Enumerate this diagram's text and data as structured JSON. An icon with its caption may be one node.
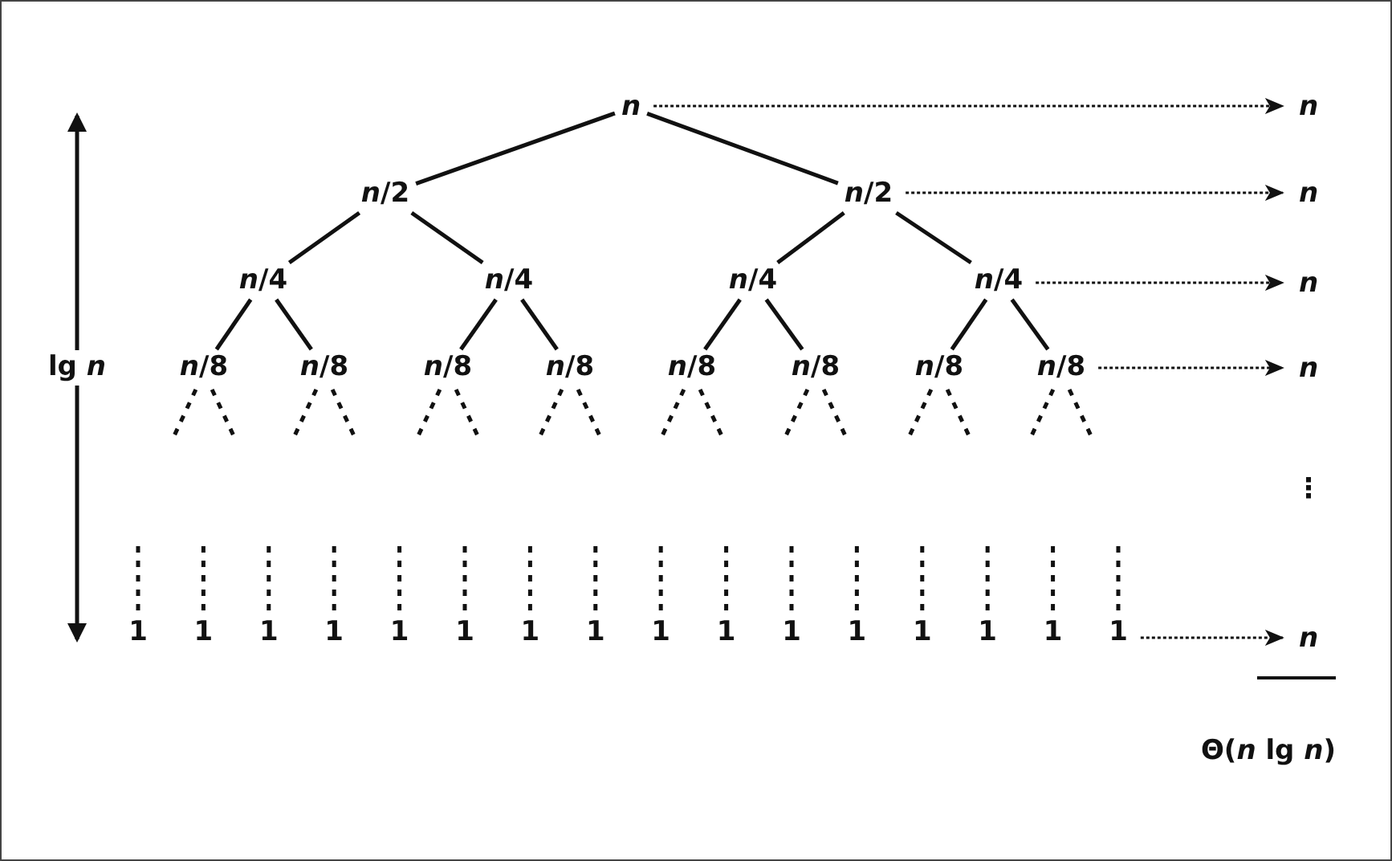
{
  "diagram": {
    "nodes": [
      {
        "text": [
          "n"
        ]
      },
      {
        "text": [
          "*n*/2"
        ]
      },
      {
        "text": [
          "*n*/2"
        ]
      },
      {
        "text": [
          "*n*/4"
        ]
      },
      {
        "text": [
          "*n*/4"
        ]
      },
      {
        "text": [
          "*n*/4"
        ]
      },
      {
        "text": [
          "*n*/4"
        ]
      },
      {
        "text": [
          "*n*/8"
        ]
      },
      {
        "text": [
          "*n*/8"
        ]
      },
      {
        "text": [
          "*n*/8"
        ]
      },
      {
        "text": [
          "*n*/8"
        ]
      },
      {
        "text": [
          "*n*/8"
        ]
      },
      {
        "text": [
          "*n*/8"
        ]
      },
      {
        "text": [
          "*n*/8"
        ]
      },
      {
        "text": [
          "*n*/8"
        ]
      },
      {
        "text": [
          "1"
        ]
      },
      {
        "text": [
          "1"
        ]
      },
      {
        "text": [
          "1"
        ]
      },
      {
        "text": [
          "1"
        ]
      },
      {
        "text": [
          "1"
        ]
      },
      {
        "text": [
          "1"
        ]
      },
      {
        "text": [
          "1"
        ]
      },
      {
        "text": [
          "1"
        ]
      },
      {
        "text": [
          "1"
        ]
      },
      {
        "text": [
          "1"
        ]
      },
      {
        "text": [
          "1"
        ]
      },
      {
        "text": [
          "1"
        ]
      },
      {
        "text": [
          "1"
        ]
      },
      {
        "text": [
          "1"
        ]
      },
      {
        "text": [
          "1"
        ]
      },
      {
        "text": [
          "1"
        ]
      },
      {
        "text": [
          "n"
        ]
      },
      {
        "text": [
          "n"
        ]
      },
      {
        "text": [
          "n"
        ]
      },
      {
        "text": [
          "n"
        ]
      },
      {
        "text": [
          "n"
        ]
      }
    ],
    "edges": [
      {
        "from": 0,
        "to": 1,
        "arrow": "none"
      },
      {
        "from": 0,
        "to": 2,
        "arrow": "none"
      },
      {
        "from": 1,
        "to": 3,
        "arrow": "none"
      },
      {
        "from": 1,
        "to": 4,
        "arrow": "none"
      },
      {
        "from": 2,
        "to": 5,
        "arrow": "none"
      },
      {
        "from": 2,
        "to": 6,
        "arrow": "none"
      },
      {
        "from": 3,
        "to": 7,
        "arrow": "none"
      },
      {
        "from": 3,
        "to": 8,
        "arrow": "none"
      },
      {
        "from": 4,
        "to": 9,
        "arrow": "none"
      },
      {
        "from": 4,
        "to": 10,
        "arrow": "none"
      },
      {
        "from": 5,
        "to": 11,
        "arrow": "none"
      },
      {
        "from": 5,
        "to": 12,
        "arrow": "none"
      },
      {
        "from": 6,
        "to": 13,
        "arrow": "none"
      },
      {
        "from": 6,
        "to": 14,
        "arrow": "none"
      },
      {
        "from": 7,
        "to": null,
        "arrow": "none",
        "style": "dashed"
      },
      {
        "from": 7,
        "to": null,
        "arrow": "none",
        "style": "dashed"
      },
      {
        "from": 8,
        "to": null,
        "arrow": "none",
        "style": "dashed"
      },
      {
        "from": 8,
        "to": null,
        "arrow": "none",
        "style": "dashed"
      },
      {
        "from": 9,
        "to": null,
        "arrow": "none",
        "style": "dashed"
      },
      {
        "from": 9,
        "to": null,
        "arrow": "none",
        "style": "dashed"
      },
      {
        "from": 10,
        "to": null,
        "arrow": "none",
        "style": "dashed"
      },
      {
        "from": 10,
        "to": null,
        "arrow": "none",
        "style": "dashed"
      },
      {
        "from": 11,
        "to": null,
        "arrow": "none",
        "style": "dashed"
      },
      {
        "from": 11,
        "to": null,
        "arrow": "none",
        "style": "dashed"
      },
      {
        "from": 12,
        "to": null,
        "arrow": "none",
        "style": "dashed"
      },
      {
        "from": 12,
        "to": null,
        "arrow": "none",
        "style": "dashed"
      },
      {
        "from": 13,
        "to": null,
        "arrow": "none",
        "style": "dashed"
      },
      {
        "from": 13,
        "to": null,
        "arrow": "none",
        "style": "dashed"
      },
      {
        "from": 14,
        "to": null,
        "arrow": "none",
        "style": "dashed"
      },
      {
        "from": 14,
        "to": null,
        "arrow": "none",
        "style": "dashed"
      },
      {
        "from": null,
        "to": 15,
        "arrow": "none",
        "style": "dashed"
      },
      {
        "from": null,
        "to": 16,
        "arrow": "none",
        "style": "dashed"
      },
      {
        "from": null,
        "to": 17,
        "arrow": "none",
        "style": "dashed"
      },
      {
        "from": null,
        "to": 18,
        "arrow": "none",
        "style": "dashed"
      },
      {
        "from": null,
        "to": 19,
        "arrow": "none",
        "style": "dashed"
      },
      {
        "from": null,
        "to": 20,
        "arrow": "none",
        "style": "dashed"
      },
      {
        "from": null,
        "to": 21,
        "arrow": "none",
        "style": "dashed"
      },
      {
        "from": null,
        "to": 22,
        "arrow": "none",
        "style": "dashed"
      },
      {
        "from": null,
        "to": 23,
        "arrow": "none",
        "style": "dashed"
      },
      {
        "from": null,
        "to": 24,
        "arrow": "none",
        "style": "dashed"
      },
      {
        "from": null,
        "to": 25,
        "arrow": "none",
        "style": "dashed"
      },
      {
        "from": null,
        "to": 26,
        "arrow": "none",
        "style": "dashed"
      },
      {
        "from": null,
        "to": 27,
        "arrow": "none",
        "style": "dashed"
      },
      {
        "from": null,
        "to": 28,
        "arrow": "none",
        "style": "dashed"
      },
      {
        "from": null,
        "to": 29,
        "arrow": "none",
        "style": "dashed"
      },
      {
        "from": null,
        "to": 30,
        "arrow": "none",
        "style": "dashed"
      },
      {
        "from": 0,
        "to": 31,
        "arrow": "to",
        "style": "dashed"
      },
      {
        "from": 2,
        "to": 32,
        "arrow": "to",
        "style": "dashed"
      },
      {
        "from": 6,
        "to": 33,
        "arrow": "to",
        "style": "dashed"
      },
      {
        "from": 14,
        "to": 34,
        "arrow": "to",
        "style": "dashed"
      },
      {
        "from": 30,
        "to": 35,
        "arrow": "to",
        "style": "dashed"
      }
    ],
    "labels": [
      "lg *n*",
      "⋮",
      "Θ(*n* lg *n*)"
    ]
  }
}
